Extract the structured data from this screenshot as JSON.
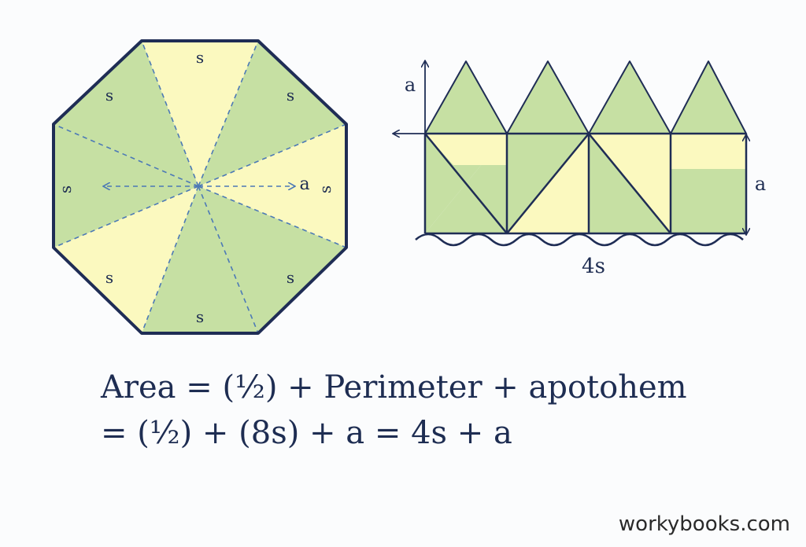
{
  "colors": {
    "green": "#c6e0a3",
    "yellow": "#fbf9bf",
    "outline": "#1f2d55",
    "dashed": "#4c79b6"
  },
  "octagon": {
    "side_labels": [
      "s",
      "s",
      "s",
      "s",
      "s",
      "s",
      "s",
      "s"
    ],
    "apothem_label": "a"
  },
  "rearranged": {
    "height_label_top": "a",
    "height_label_right": "a",
    "base_label": "4s"
  },
  "formula": {
    "line1": "Area = (½) + Perimeter + apotohem",
    "line2": "= (½) + (8s) + a = 4s + a"
  },
  "brand": "workybooks.com"
}
